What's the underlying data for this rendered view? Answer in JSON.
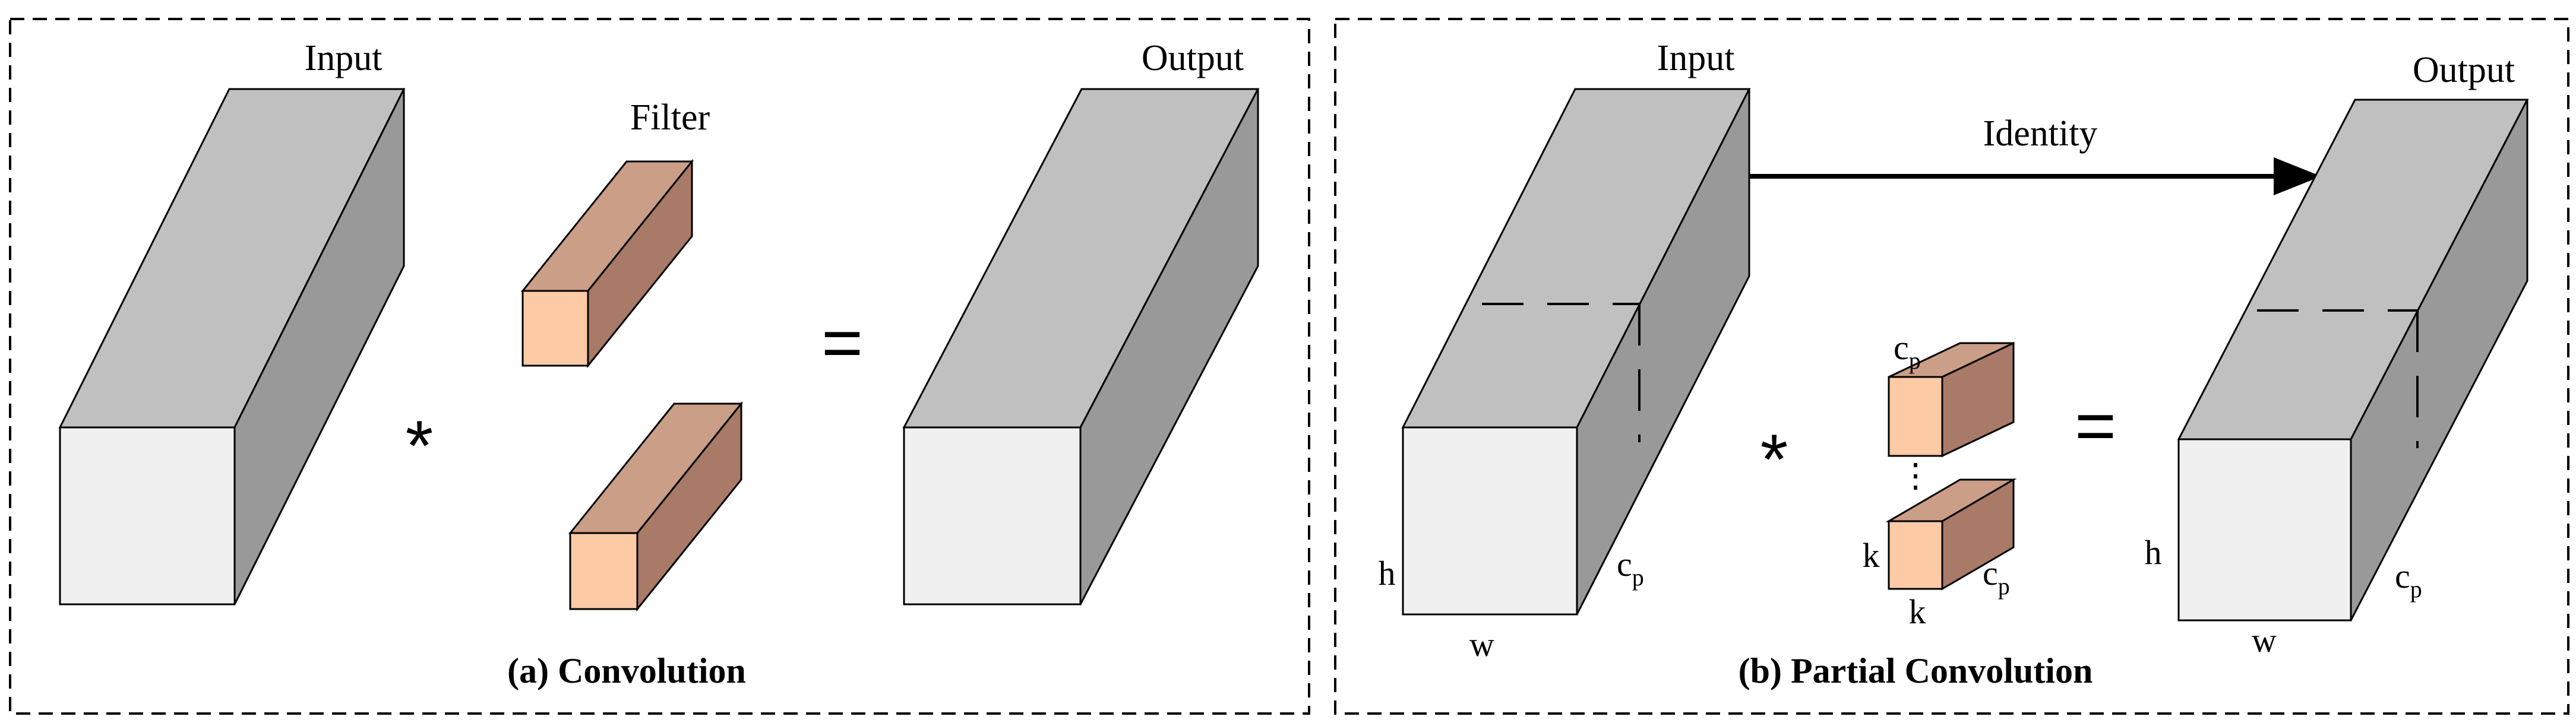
{
  "panel_a": {
    "input_label": "Input",
    "filter_label": "Filter",
    "output_label": "Output",
    "conv_symbol": "*",
    "equals_symbol": "=",
    "caption": "(a) Convolution"
  },
  "panel_b": {
    "input_label": "Input",
    "identity_label": "Identity",
    "output_label": "Output",
    "conv_symbol": "*",
    "equals_symbol": "=",
    "caption": "(b) Partial Convolution",
    "input_h": "h",
    "input_w": "w",
    "input_cp_base": "c",
    "input_cp_sub": "p",
    "filter_top_cp_base": "c",
    "filter_top_cp_sub": "p",
    "filter_ellipsis": "⋮",
    "filter_k_side": "k",
    "filter_k_bottom": "k",
    "filter_bottom_cp_base": "c",
    "filter_bottom_cp_sub": "p",
    "output_h": "h",
    "output_w": "w",
    "output_cp_base": "c",
    "output_cp_sub": "p"
  },
  "colors": {
    "front_face": "#f0f0f0",
    "top_face": "#c0c0c0",
    "side_face": "#999999",
    "filter_front": "#fdcaa6",
    "filter_top": "#cb9e87",
    "filter_side": "#a87a67",
    "stroke": "#000000"
  }
}
